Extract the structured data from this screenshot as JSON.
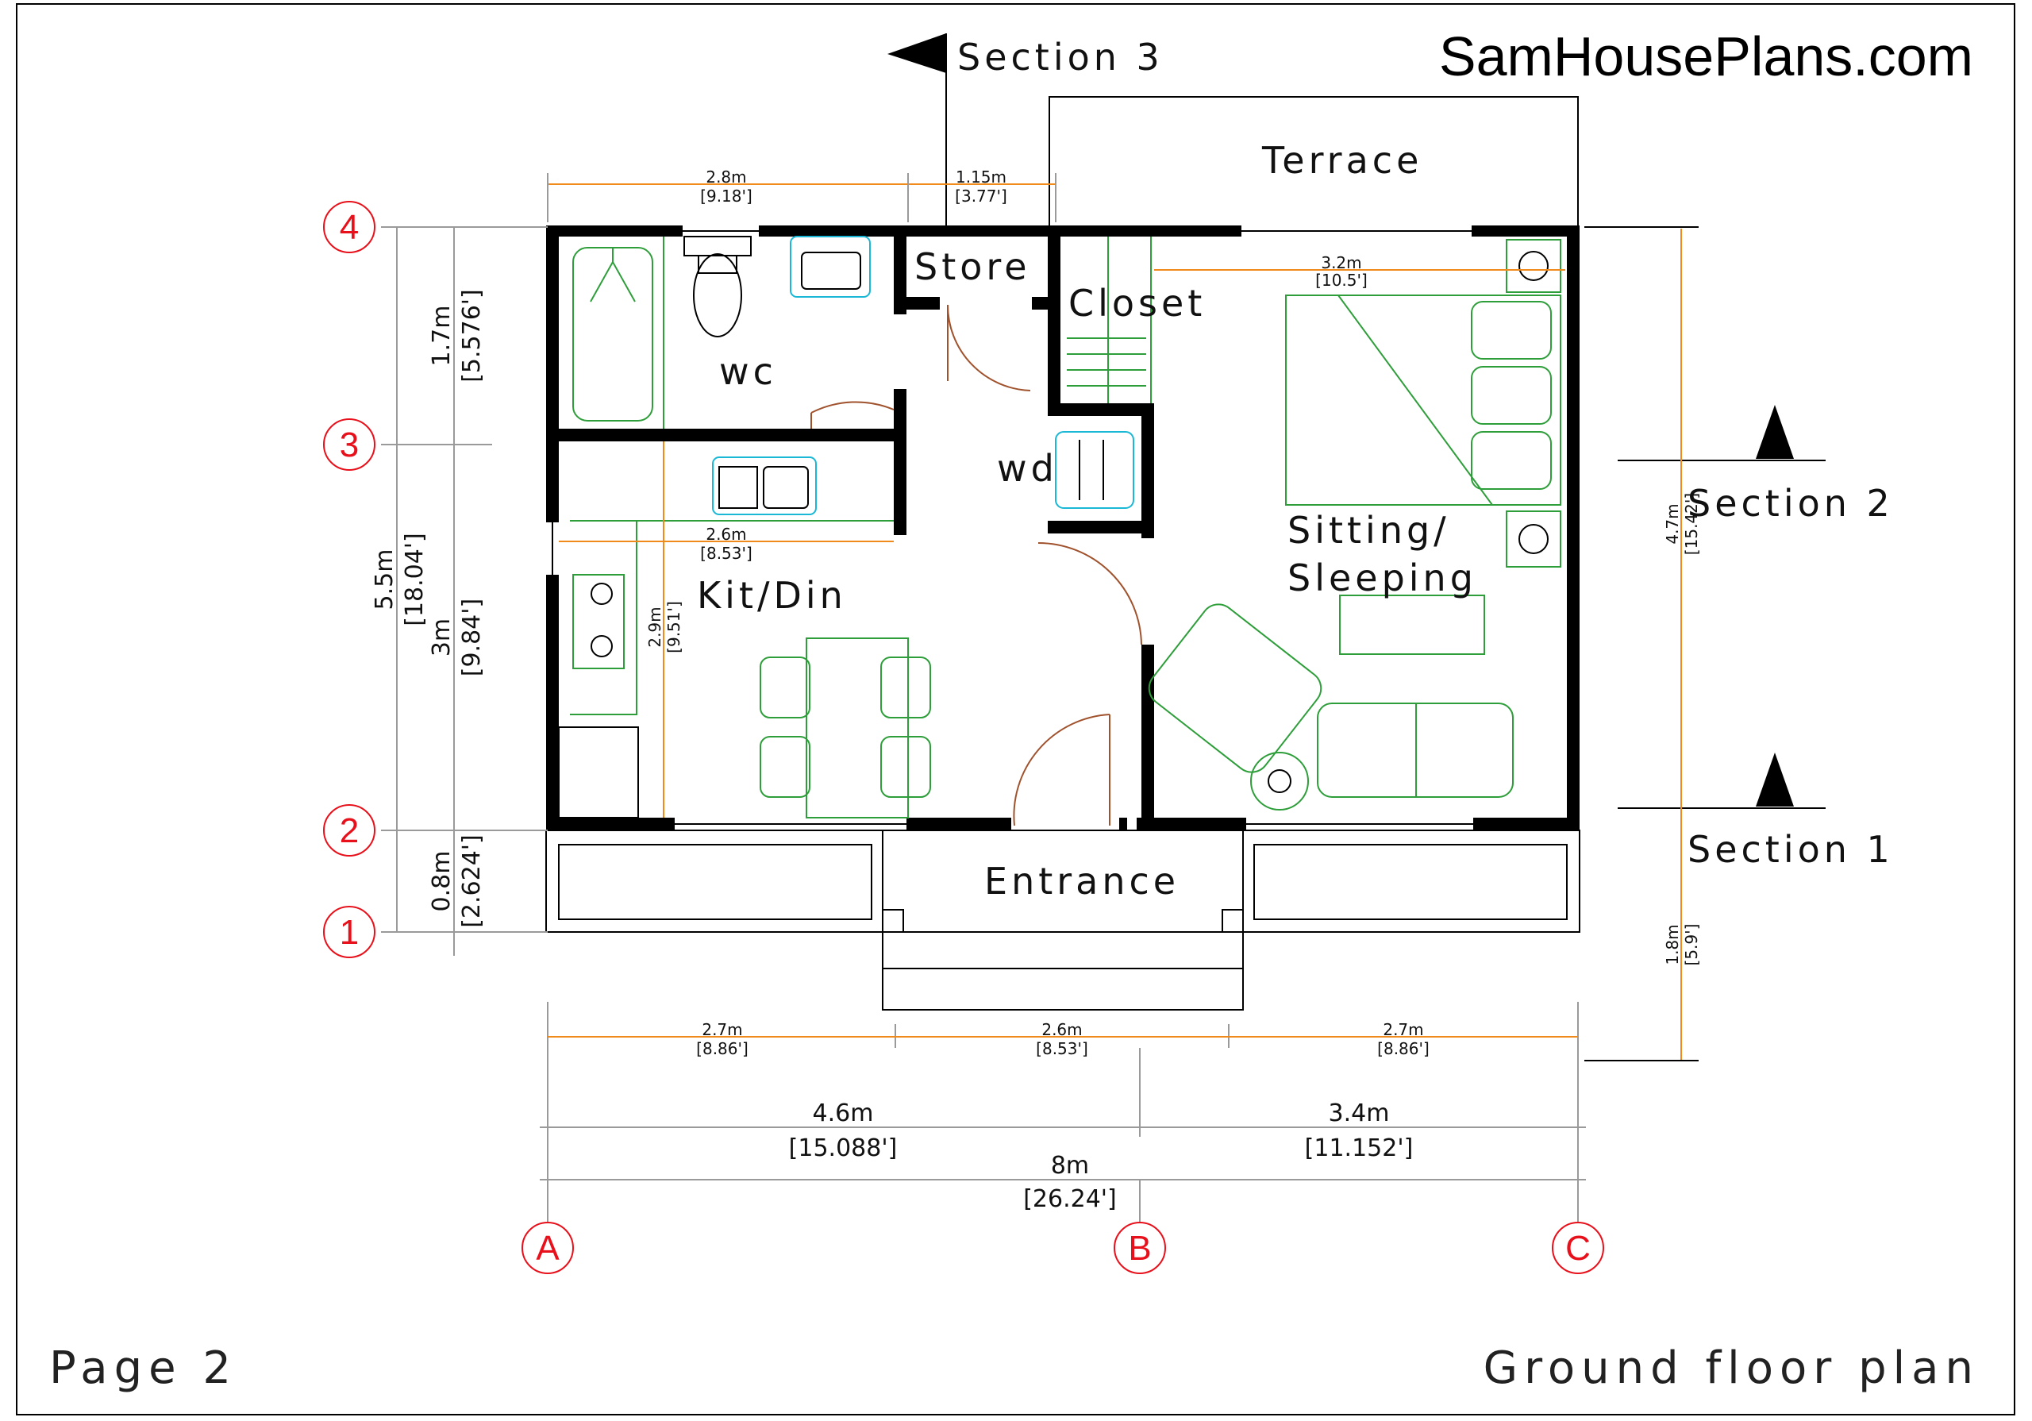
{
  "brand": "SamHousePlans.com",
  "page_label": "Page 2",
  "drawing_title": "Ground floor plan",
  "sections": {
    "s3": "Section 3",
    "s2": "Section 2",
    "s1": "Section 1"
  },
  "rooms": {
    "terrace": "Terrace",
    "store": "Store",
    "closet": "Closet",
    "wc": "wc",
    "wd": "wd",
    "kitdin": "Kit/Din",
    "sitting_line1": "Sitting/",
    "sitting_line2": "Sleeping",
    "entrance": "Entrance"
  },
  "grid": {
    "rows": [
      "4",
      "3",
      "2",
      "1"
    ],
    "cols": [
      "A",
      "B",
      "C"
    ]
  },
  "dims": {
    "top_wc_m": "2.8m",
    "top_wc_ft": "[9.18']",
    "top_store_m": "1.15m",
    "top_store_ft": "[3.77']",
    "bed_w_m": "3.2m",
    "bed_w_ft": "[10.5']",
    "kit_w_m": "2.6m",
    "kit_w_ft": "[8.53']",
    "kit_h_m": "2.9m",
    "kit_h_ft": "[9.51']",
    "left_17_m": "1.7m",
    "left_17_ft": "[5.576']",
    "left_3_m": "3m",
    "left_3_ft": "[9.84']",
    "left_08_m": "0.8m",
    "left_08_ft": "[2.624']",
    "left_55_m": "5.5m",
    "left_55_ft": "[18.04']",
    "right_47_m": "4.7m",
    "right_47_ft": "[15.42']",
    "right_18_m": "1.8m",
    "right_18_ft": "[5.9']",
    "bot_a_m": "2.7m",
    "bot_a_ft": "[8.86']",
    "bot_b_m": "2.6m",
    "bot_b_ft": "[8.53']",
    "bot_c_m": "2.7m",
    "bot_c_ft": "[8.86']",
    "bot_46_m": "4.6m",
    "bot_46_ft": "[15.088']",
    "bot_34_m": "3.4m",
    "bot_34_ft": "[11.152']",
    "bot_8_m": "8m",
    "bot_8_ft": "[26.24']"
  },
  "colors": {
    "walls": "#000000",
    "dimensions": "#f08a1a",
    "furniture": "#2e9e3a",
    "fixtures": "#1ab8d6",
    "doors": "#a0522d",
    "grid_markers": "#e8101a"
  }
}
